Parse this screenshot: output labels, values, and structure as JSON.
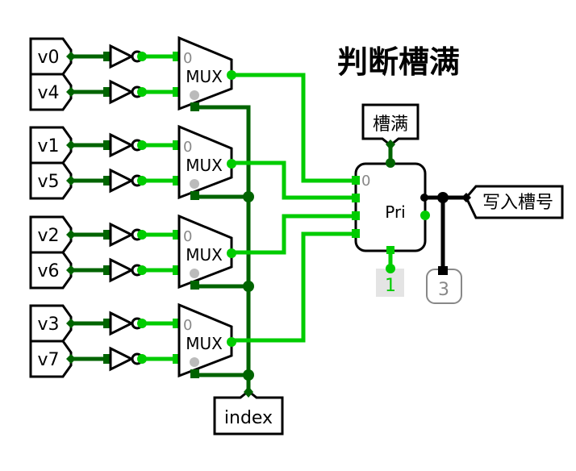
{
  "title": "判断槽满",
  "colors": {
    "wire_dark": "#006400",
    "wire_bright": "#00cc00",
    "wire_black": "#000000",
    "select_dot": "#bbbbbb",
    "probe_bg": "#e4e4e4",
    "probe_text": "#00cc00",
    "const_stroke": "#888888"
  },
  "inputs": [
    {
      "label": "v0"
    },
    {
      "label": "v4"
    },
    {
      "label": "v1"
    },
    {
      "label": "v5"
    },
    {
      "label": "v2"
    },
    {
      "label": "v6"
    },
    {
      "label": "v3"
    },
    {
      "label": "v7"
    }
  ],
  "muxes": [
    {
      "label": "MUX",
      "input0_label": "0"
    },
    {
      "label": "MUX",
      "input0_label": "0"
    },
    {
      "label": "MUX",
      "input0_label": "0"
    },
    {
      "label": "MUX",
      "input0_label": "0"
    }
  ],
  "index_pin": {
    "label": "index"
  },
  "priority_encoder": {
    "label": "Pri",
    "input0_label": "0"
  },
  "output_full": {
    "label": "槽满"
  },
  "output_slot": {
    "label": "写入槽号"
  },
  "probe": {
    "value": "1"
  },
  "constant": {
    "value": "3"
  }
}
